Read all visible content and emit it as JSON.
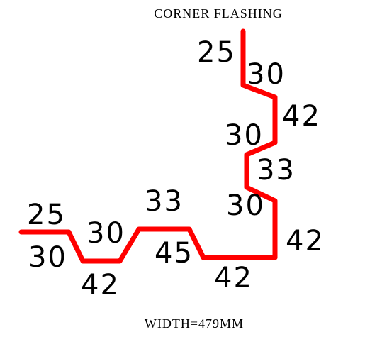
{
  "title": "CORNER FLASHING",
  "footer": "WIDTH=479MM",
  "colors": {
    "profile": "#ff0000",
    "text": "#000000",
    "background": "#ffffff"
  },
  "dimensions": {
    "vertical_top_25": "25",
    "vertical_30_a": "30",
    "vertical_42_a": "42",
    "vertical_30_b": "30",
    "vertical_33": "33",
    "vertical_30_c": "30",
    "vertical_42_b": "42",
    "bottom_42": "42",
    "slope_45": "45",
    "top_33": "33",
    "slope_30_upper": "30",
    "bottom_42_left": "42",
    "slope_30_lower": "30",
    "left_25": "25"
  }
}
